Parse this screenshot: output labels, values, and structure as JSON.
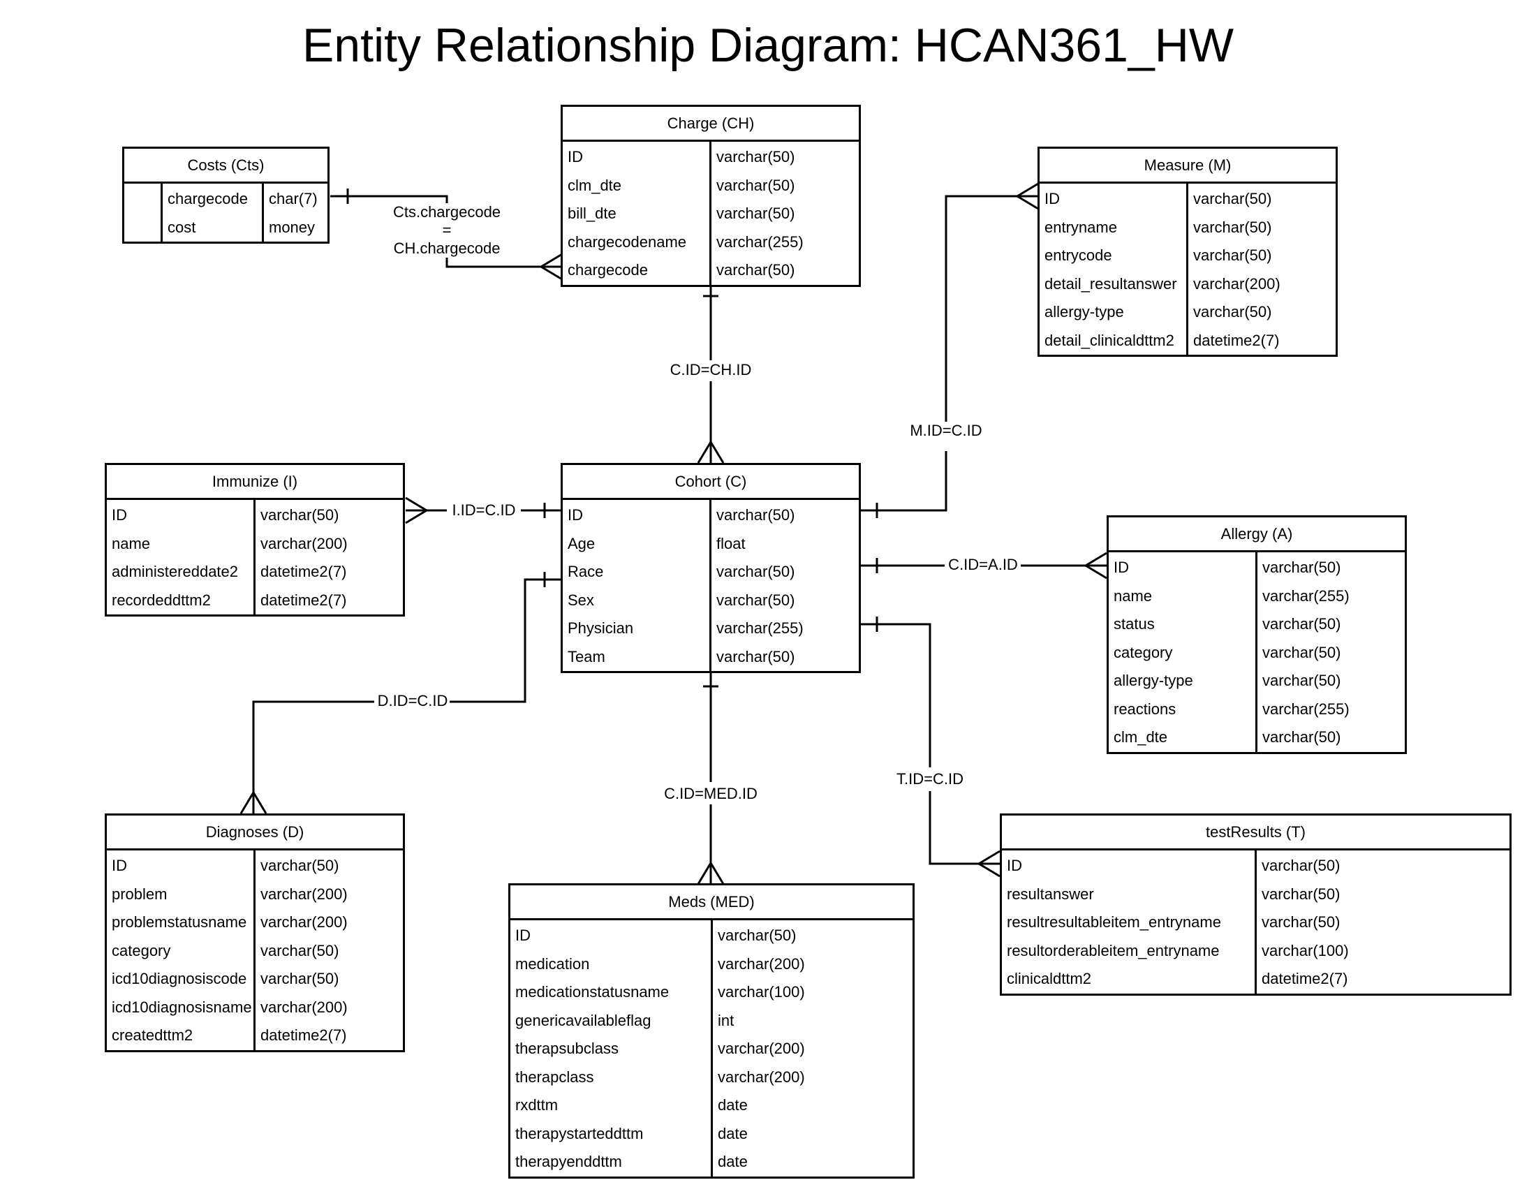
{
  "title": "Entity Relationship Diagram: HCAN361_HW",
  "tables": [
    {
      "key": "costs",
      "name": "Costs (Cts)",
      "has_pk_column": true,
      "rows": [
        [
          "chargecode",
          "char(7)"
        ],
        [
          "cost",
          "money"
        ]
      ]
    },
    {
      "key": "charge",
      "name": "Charge (CH)",
      "rows": [
        [
          "ID",
          "varchar(50)"
        ],
        [
          "clm_dte",
          "varchar(50)"
        ],
        [
          "bill_dte",
          "varchar(50)"
        ],
        [
          "chargecodename",
          "varchar(255)"
        ],
        [
          "chargecode",
          "varchar(50)"
        ]
      ]
    },
    {
      "key": "measure",
      "name": "Measure (M)",
      "rows": [
        [
          "ID",
          "varchar(50)"
        ],
        [
          "entryname",
          "varchar(50)"
        ],
        [
          "entrycode",
          "varchar(50)"
        ],
        [
          "detail_resultanswer",
          "varchar(200)"
        ],
        [
          "allergy-type",
          "varchar(50)"
        ],
        [
          "detail_clinicaldttm2",
          "datetime2(7)"
        ]
      ]
    },
    {
      "key": "immunize",
      "name": "Immunize (I)",
      "rows": [
        [
          "ID",
          "varchar(50)"
        ],
        [
          "name",
          "varchar(200)"
        ],
        [
          "administereddate2",
          "datetime2(7)"
        ],
        [
          "recordeddttm2",
          "datetime2(7)"
        ]
      ]
    },
    {
      "key": "cohort",
      "name": "Cohort (C)",
      "rows": [
        [
          "ID",
          "varchar(50)"
        ],
        [
          "Age",
          "float"
        ],
        [
          "Race",
          "varchar(50)"
        ],
        [
          "Sex",
          "varchar(50)"
        ],
        [
          "Physician",
          "varchar(255)"
        ],
        [
          "Team",
          "varchar(50)"
        ]
      ]
    },
    {
      "key": "allergy",
      "name": "Allergy (A)",
      "rows": [
        [
          "ID",
          "varchar(50)"
        ],
        [
          "name",
          "varchar(255)"
        ],
        [
          "status",
          "varchar(50)"
        ],
        [
          "category",
          "varchar(50)"
        ],
        [
          "allergy-type",
          "varchar(50)"
        ],
        [
          "reactions",
          "varchar(255)"
        ],
        [
          "clm_dte",
          "varchar(50)"
        ]
      ]
    },
    {
      "key": "diagnoses",
      "name": "Diagnoses (D)",
      "rows": [
        [
          "ID",
          "varchar(50)"
        ],
        [
          "problem",
          "varchar(200)"
        ],
        [
          "problemstatusname",
          "varchar(200)"
        ],
        [
          "category",
          "varchar(50)"
        ],
        [
          "icd10diagnosiscode",
          "varchar(50)"
        ],
        [
          "icd10diagnosisname",
          "varchar(200)"
        ],
        [
          "createdttm2",
          "datetime2(7)"
        ]
      ]
    },
    {
      "key": "meds",
      "name": "Meds (MED)",
      "rows": [
        [
          "ID",
          "varchar(50)"
        ],
        [
          "medication",
          "varchar(200)"
        ],
        [
          "medicationstatusname",
          "varchar(100)"
        ],
        [
          "genericavailableflag",
          "int"
        ],
        [
          "therapsubclass",
          "varchar(200)"
        ],
        [
          "therapclass",
          "varchar(200)"
        ],
        [
          "rxdttm",
          "date"
        ],
        [
          "therapystarteddttm",
          "date"
        ],
        [
          "therapyenddttm",
          "date"
        ]
      ]
    },
    {
      "key": "testresults",
      "name": "testResults (T)",
      "rows": [
        [
          "ID",
          "varchar(50)"
        ],
        [
          "resultanswer",
          "varchar(50)"
        ],
        [
          "resultresultableitem_entryname",
          "varchar(50)"
        ],
        [
          "resultorderableitem_entryname",
          "varchar(100)"
        ],
        [
          "clinicaldttm2",
          "datetime2(7)"
        ]
      ]
    }
  ],
  "relationships": [
    {
      "key": "cts-ch",
      "label_lines": [
        "Cts.chargecode",
        "=",
        "CH.chargecode"
      ]
    },
    {
      "key": "c-ch",
      "label_lines": [
        "C.ID=CH.ID"
      ]
    },
    {
      "key": "m-c",
      "label_lines": [
        "M.ID=C.ID"
      ]
    },
    {
      "key": "i-c",
      "label_lines": [
        "I.ID=C.ID"
      ]
    },
    {
      "key": "c-a",
      "label_lines": [
        "C.ID=A.ID"
      ]
    },
    {
      "key": "d-c",
      "label_lines": [
        "D.ID=C.ID"
      ]
    },
    {
      "key": "c-med",
      "label_lines": [
        "C.ID=MED.ID"
      ]
    },
    {
      "key": "t-c",
      "label_lines": [
        "T.ID=C.ID"
      ]
    }
  ]
}
